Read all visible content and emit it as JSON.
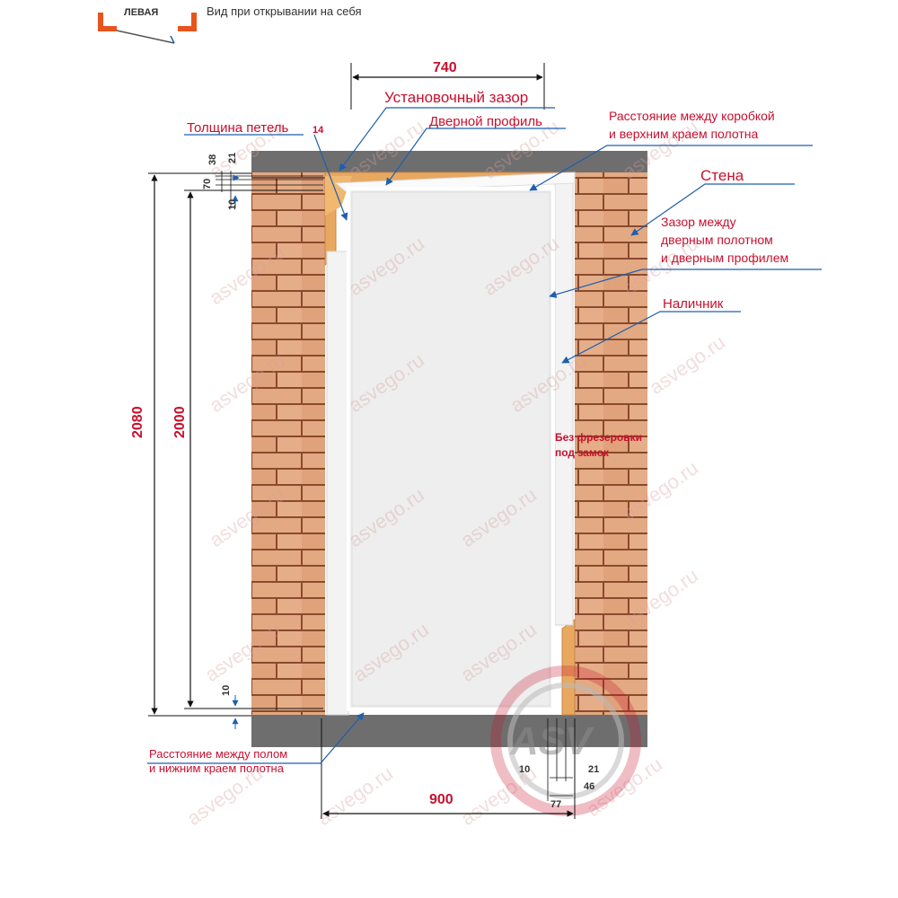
{
  "header": {
    "side_label": "ЛЕВАЯ",
    "view_label": "Вид при открывании на себя"
  },
  "callouts": {
    "install_gap": "Установочный зазор",
    "hinge_thickness": "Толщина петель",
    "hinge_thickness_value": "14",
    "door_profile": "Дверной профиль",
    "frame_top_gap_l1": "Расстояние между коробкой",
    "frame_top_gap_l2": "и верхним краем полотна",
    "wall": "Стена",
    "leaf_profile_gap_l1": "Зазор между",
    "leaf_profile_gap_l2": "дверным полотном",
    "leaf_profile_gap_l3": "и дверным профилем",
    "casing": "Наличник",
    "no_lock_l1": "Без фрезеровки",
    "no_lock_l2": "под замок",
    "floor_gap_l1": "Расстояние между полом",
    "floor_gap_l2": "и нижним краем полотна"
  },
  "dimensions": {
    "top_width": "740",
    "total_height": "2080",
    "leaf_height": "2000",
    "d38": "38",
    "d21_top": "21",
    "d70": "70",
    "d10_top": "10",
    "d10_bottom": "10",
    "bottom_width": "900",
    "d10_right": "10",
    "d21_right": "21",
    "d46": "46",
    "d77": "77"
  },
  "watermark": "asvego.ru",
  "logo": "ASV",
  "colors": {
    "accent_red": "#c8102e",
    "brick": "#e2a982",
    "mortar": "#8a4a2e",
    "wall_cap": "#6e6e6e",
    "profile": "#e8a860",
    "leaf": "#eeeeee",
    "arrow_blue": "#1f5fae"
  }
}
